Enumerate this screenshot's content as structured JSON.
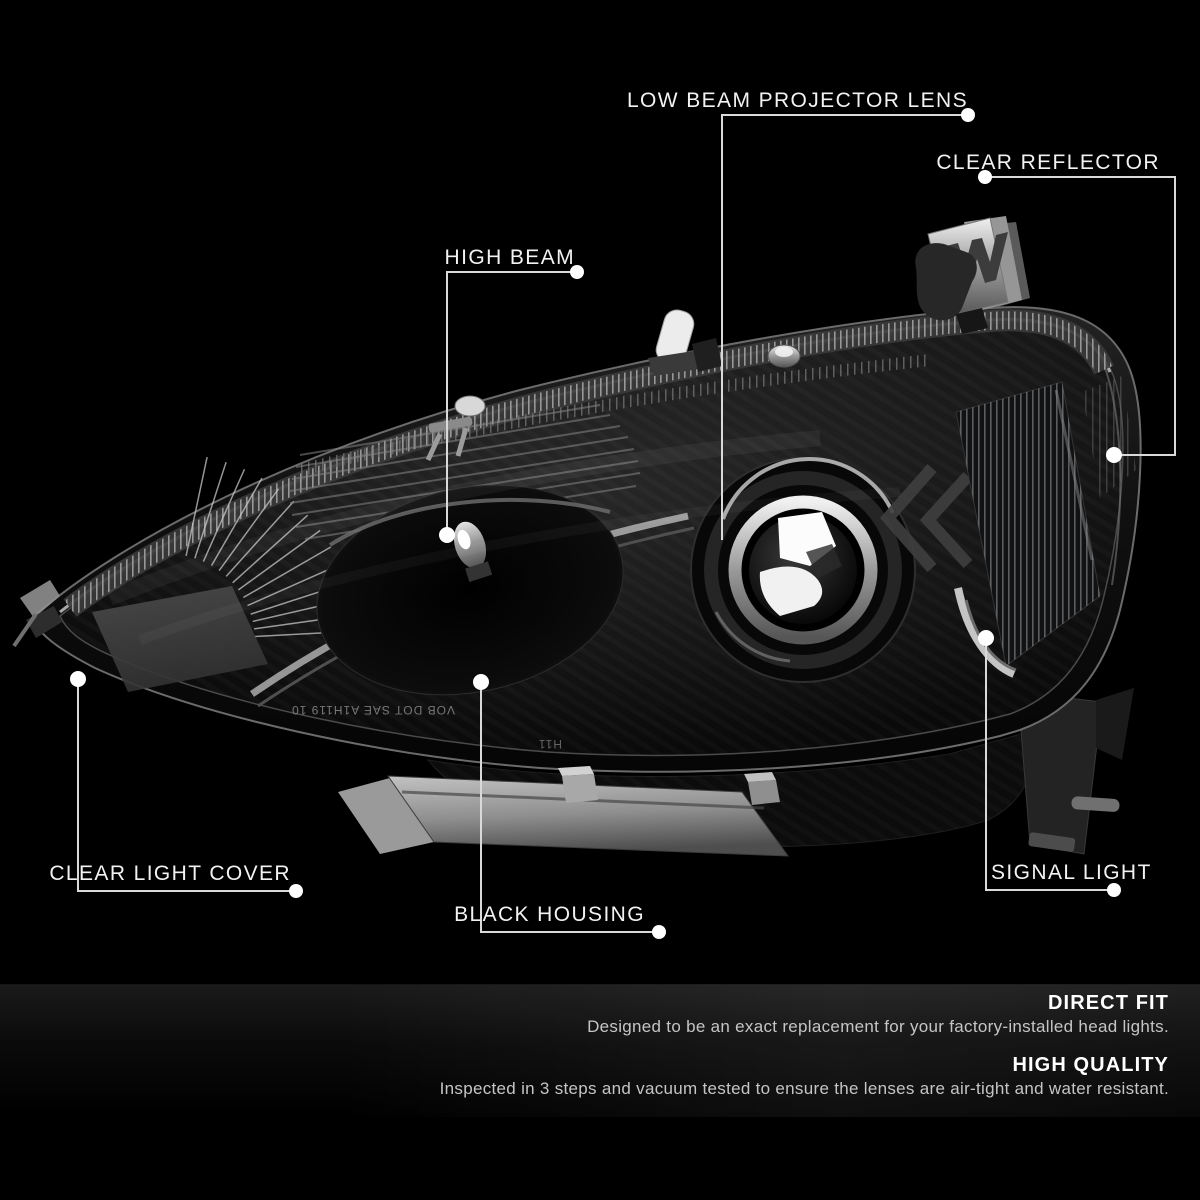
{
  "colors": {
    "background": "#000000",
    "callout_line": "#d9d9d9",
    "callout_dot": "#ffffff",
    "label_text": "#f2f2f2",
    "feature_title": "#ffffff",
    "feature_description": "#c5c5c5"
  },
  "callouts": [
    {
      "id": "low-beam-projector-lens",
      "label": "LOW BEAM PROJECTOR LENS"
    },
    {
      "id": "clear-reflector",
      "label": "CLEAR REFLECTOR"
    },
    {
      "id": "high-beam",
      "label": "HIGH BEAM"
    },
    {
      "id": "clear-light-cover",
      "label": "CLEAR LIGHT COVER"
    },
    {
      "id": "black-housing",
      "label": "BLACK HOUSING"
    },
    {
      "id": "signal-light",
      "label": "SIGNAL LIGHT"
    }
  ],
  "features": [
    {
      "title": "DIRECT FIT",
      "description": "Designed to be an exact replacement for your factory-installed head lights."
    },
    {
      "title": "HIGH QUALITY",
      "description": "Inspected in 3 steps and vacuum tested to ensure the lenses are air-tight and water resistant."
    }
  ],
  "product": {
    "lens_markings": {
      "left": "VOB DOT SAE A1H119 10",
      "center": "H11"
    }
  }
}
